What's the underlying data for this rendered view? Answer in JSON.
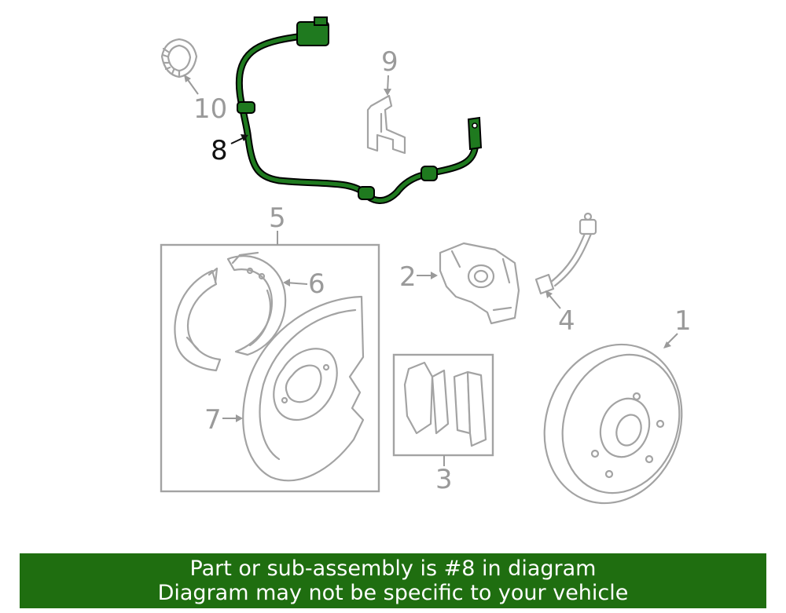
{
  "callouts": {
    "c1": "1",
    "c2": "2",
    "c3": "3",
    "c4": "4",
    "c5": "5",
    "c6": "6",
    "c7": "7",
    "c8": "8",
    "c9": "9",
    "c10": "10"
  },
  "highlight_part": "8",
  "colors": {
    "highlight_wire": "#1f7a1f",
    "banner_bg": "#1f6e10",
    "line_gray": "#a3a3a3"
  },
  "banner": {
    "line1": "Part or sub-assembly is #8 in diagram",
    "line2": "Diagram may not be specific to your vehicle"
  }
}
